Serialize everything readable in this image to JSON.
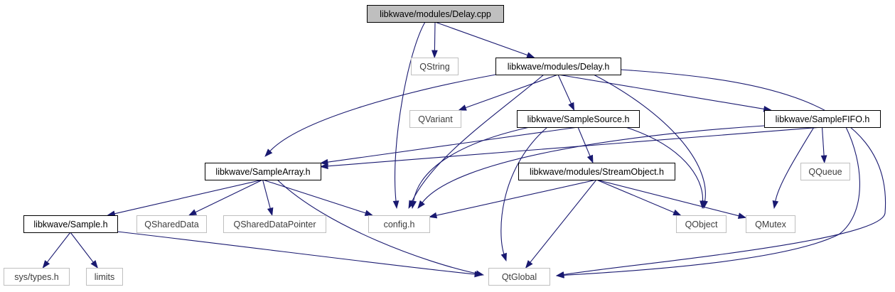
{
  "graph": {
    "nodes": [
      {
        "id": "delay_cpp",
        "label": "libkwave/modules/Delay.cpp",
        "kind": "focus"
      },
      {
        "id": "qstring",
        "label": "QString",
        "kind": "external"
      },
      {
        "id": "delay_h",
        "label": "libkwave/modules/Delay.h",
        "kind": "local"
      },
      {
        "id": "qvariant",
        "label": "QVariant",
        "kind": "external"
      },
      {
        "id": "samplesource_h",
        "label": "libkwave/SampleSource.h",
        "kind": "local"
      },
      {
        "id": "samplefifo_h",
        "label": "libkwave/SampleFIFO.h",
        "kind": "local"
      },
      {
        "id": "samplearray_h",
        "label": "libkwave/SampleArray.h",
        "kind": "local"
      },
      {
        "id": "streamobject_h",
        "label": "libkwave/modules/StreamObject.h",
        "kind": "local"
      },
      {
        "id": "qqueue",
        "label": "QQueue",
        "kind": "external"
      },
      {
        "id": "sample_h",
        "label": "libkwave/Sample.h",
        "kind": "local"
      },
      {
        "id": "qshareddata",
        "label": "QSharedData",
        "kind": "external"
      },
      {
        "id": "qshareddatapointer",
        "label": "QSharedDataPointer",
        "kind": "external"
      },
      {
        "id": "config_h",
        "label": "config.h",
        "kind": "external"
      },
      {
        "id": "qobject",
        "label": "QObject",
        "kind": "external"
      },
      {
        "id": "qmutex",
        "label": "QMutex",
        "kind": "external"
      },
      {
        "id": "sys_types_h",
        "label": "sys/types.h",
        "kind": "external"
      },
      {
        "id": "limits",
        "label": "limits",
        "kind": "external"
      },
      {
        "id": "qtglobal",
        "label": "QtGlobal",
        "kind": "external"
      }
    ],
    "edges": [
      {
        "from": "delay_cpp",
        "to": "qstring"
      },
      {
        "from": "delay_cpp",
        "to": "delay_h"
      },
      {
        "from": "delay_cpp",
        "to": "config_h"
      },
      {
        "from": "delay_h",
        "to": "qvariant"
      },
      {
        "from": "delay_h",
        "to": "samplesource_h"
      },
      {
        "from": "delay_h",
        "to": "samplefifo_h"
      },
      {
        "from": "delay_h",
        "to": "samplearray_h"
      },
      {
        "from": "delay_h",
        "to": "config_h"
      },
      {
        "from": "delay_h",
        "to": "qobject"
      },
      {
        "from": "delay_h",
        "to": "qtglobal"
      },
      {
        "from": "samplesource_h",
        "to": "samplearray_h"
      },
      {
        "from": "samplesource_h",
        "to": "streamobject_h"
      },
      {
        "from": "samplesource_h",
        "to": "config_h"
      },
      {
        "from": "samplesource_h",
        "to": "qobject"
      },
      {
        "from": "samplesource_h",
        "to": "qtglobal"
      },
      {
        "from": "samplefifo_h",
        "to": "samplearray_h"
      },
      {
        "from": "samplefifo_h",
        "to": "config_h"
      },
      {
        "from": "samplefifo_h",
        "to": "qqueue"
      },
      {
        "from": "samplefifo_h",
        "to": "qmutex"
      },
      {
        "from": "samplefifo_h",
        "to": "qtglobal"
      },
      {
        "from": "samplearray_h",
        "to": "sample_h"
      },
      {
        "from": "samplearray_h",
        "to": "qshareddata"
      },
      {
        "from": "samplearray_h",
        "to": "qshareddatapointer"
      },
      {
        "from": "samplearray_h",
        "to": "config_h"
      },
      {
        "from": "samplearray_h",
        "to": "qtglobal"
      },
      {
        "from": "streamobject_h",
        "to": "config_h"
      },
      {
        "from": "streamobject_h",
        "to": "qobject"
      },
      {
        "from": "streamobject_h",
        "to": "qmutex"
      },
      {
        "from": "streamobject_h",
        "to": "qtglobal"
      },
      {
        "from": "sample_h",
        "to": "sys_types_h"
      },
      {
        "from": "sample_h",
        "to": "limits"
      },
      {
        "from": "sample_h",
        "to": "qtglobal"
      }
    ]
  }
}
